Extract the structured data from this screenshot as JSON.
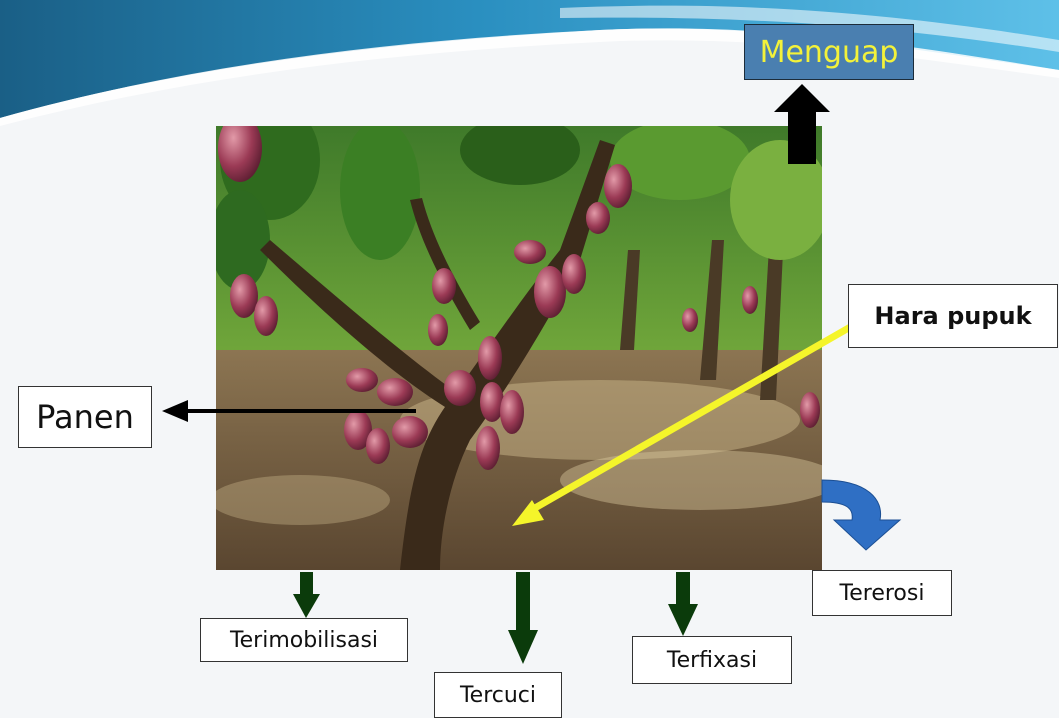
{
  "labels": {
    "menguap": "Menguap",
    "panen": "Panen",
    "hara_pupuk": "Hara pupuk",
    "terimobilisasi": "Terimobilisasi",
    "tercuci": "Tercuci",
    "terfixasi": "Terfixasi",
    "tererosi": "Tererosi"
  },
  "colors": {
    "menguap_text": "#f3f23a",
    "fertilizer_arrow": "#f5f52a",
    "loss_arrows": "#0b3b0b",
    "erosion_arrow": "#2f6fc4",
    "panen_arrow": "#000000",
    "menguap_arrow": "#000000"
  }
}
